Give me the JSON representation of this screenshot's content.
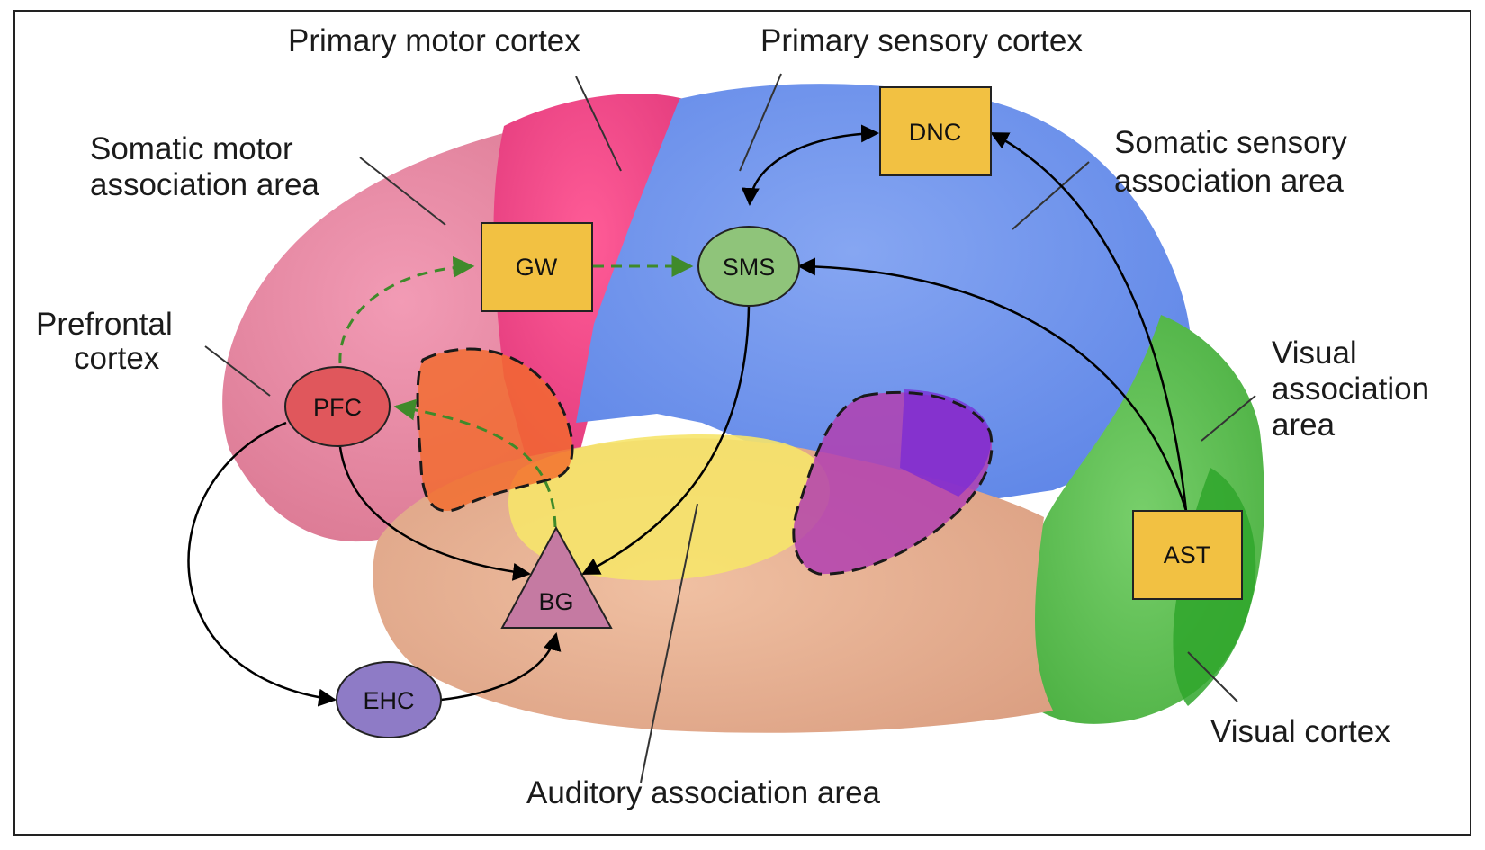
{
  "labels": {
    "primary_motor": "Primary motor cortex",
    "primary_sensory": "Primary sensory cortex",
    "somatic_motor": [
      "Somatic motor",
      "association area"
    ],
    "somatic_sensory": [
      "Somatic sensory",
      "association area"
    ],
    "prefrontal": [
      "Prefrontal",
      "cortex"
    ],
    "visual_assoc": [
      "Visual",
      "association",
      "area"
    ],
    "visual_cortex": "Visual cortex",
    "auditory_assoc": "Auditory association area"
  },
  "nodes": {
    "gw": "GW",
    "dnc": "DNC",
    "sms": "SMS",
    "pfc": "PFC",
    "bg": "BG",
    "ehc": "EHC",
    "ast": "AST"
  },
  "colors": {
    "box": "#f2c142",
    "sms": "#8fc47a",
    "pfc": "#e0575c",
    "bg": "#c57aa2",
    "ehc": "#8e7bc6",
    "dashed_arrow": "#3f8a2a",
    "solid_arrow": "#000000",
    "frontal": "#eb8aa6",
    "motor": "#ee4a8c",
    "parietal": "#6f93ec",
    "temporal": "#e8b092",
    "occipital": "#61c256",
    "auditory": "#f3e16a"
  }
}
